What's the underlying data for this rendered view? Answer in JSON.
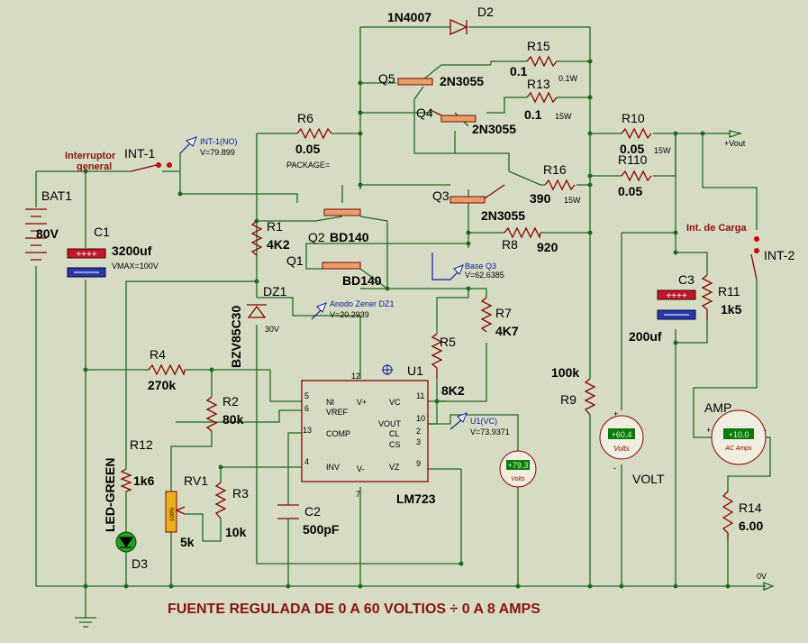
{
  "title": "FUENTE REGULADA DE 0 A 60 VOLTIOS ÷ 0 A 8 AMPS",
  "components": {
    "d2": {
      "type": "1N4007",
      "ref": "D2"
    },
    "r15": {
      "ref": "R15",
      "value": "0.1",
      "power": "0.1W"
    },
    "r13": {
      "ref": "R13",
      "value": "0.1",
      "power": "15W"
    },
    "q5": {
      "ref": "Q5",
      "type": "2N3055"
    },
    "q4": {
      "ref": "Q4",
      "type": "2N3055"
    },
    "q3": {
      "ref": "Q3",
      "type": "2N3055"
    },
    "r6": {
      "ref": "R6",
      "value": "0.05",
      "package": "PACKAGE="
    },
    "r10": {
      "ref": "R10",
      "value": "0.05",
      "power": "15W"
    },
    "r110": {
      "ref": "R110",
      "value": "0.05"
    },
    "r16": {
      "ref": "R16",
      "value": "390",
      "power": "15W"
    },
    "r8": {
      "ref": "R8",
      "value": "920"
    },
    "int1": {
      "ref": "INT-1",
      "label": "Interruptor general",
      "line1": "Interruptor",
      "line2": "general"
    },
    "bat1": {
      "ref": "BAT1",
      "value": "80V"
    },
    "c1": {
      "ref": "C1",
      "value": "3200uf",
      "vmax": "VMAX=100V"
    },
    "r1": {
      "ref": "R1",
      "value": "4K2"
    },
    "q2": {
      "ref": "Q2",
      "type": "BD140"
    },
    "q1": {
      "ref": "Q1",
      "type": "BD140"
    },
    "dz1": {
      "ref": "DZ1",
      "type": "BZV85C30",
      "voltage": "30V"
    },
    "r7": {
      "ref": "R7",
      "value": "4K7"
    },
    "r5": {
      "ref": "R5",
      "value": "8K2"
    },
    "r4": {
      "ref": "R4",
      "value": "270k"
    },
    "r2": {
      "ref": "R2",
      "value": "80k"
    },
    "u1": {
      "ref": "U1",
      "type": "LM723",
      "pins": {
        "ni": "NI",
        "vref": "VREF",
        "comp": "COMP",
        "inv": "INV",
        "vplus": "V+",
        "vminus": "V-",
        "vc": "VC",
        "vout": "VOUT",
        "cl": "CL",
        "cs": "CS",
        "vz": "VZ"
      },
      "pin_numbers": {
        "p12": "12",
        "p5": "5",
        "p6": "6",
        "p13": "13",
        "p4": "4",
        "p7": "7",
        "p11": "11",
        "p10": "10",
        "p2": "2",
        "p3": "3",
        "p9": "9"
      }
    },
    "c2": {
      "ref": "C2",
      "value": "500pF"
    },
    "r12": {
      "ref": "R12",
      "value": "1k6"
    },
    "d3": {
      "ref": "D3",
      "type": "LED-GREEN"
    },
    "rv1": {
      "ref": "RV1",
      "value": "5k",
      "pct": "100%"
    },
    "r3": {
      "ref": "R3",
      "value": "10k"
    },
    "r9": {
      "ref": "R9",
      "value": "100k"
    },
    "c3": {
      "ref": "C3",
      "value": "200uf"
    },
    "r11": {
      "ref": "R11",
      "value": "1k5"
    },
    "int2": {
      "ref": "INT-2",
      "label": "Int. de Carga"
    },
    "r14": {
      "ref": "R14",
      "value": "6.00"
    }
  },
  "probes": {
    "int1_no": {
      "name": "INT-1(NO)",
      "value": "V=79.899"
    },
    "base_q3": {
      "name": "Base Q3",
      "value": "V=62.6385"
    },
    "anodo_dz1": {
      "name": "Anodo Zener DZ1",
      "value": "V=20.2939"
    },
    "u1_vc": {
      "name": "U1(VC)",
      "value": "V=73.9371"
    }
  },
  "meters": {
    "volt": {
      "name": "VOLT",
      "reading": "+60.4",
      "unit": "Volts"
    },
    "u1_meter": {
      "reading": "+79.3",
      "unit": "Volts"
    },
    "amp": {
      "name": "AMP",
      "reading": "+10.0",
      "unit": "AC Amps"
    }
  },
  "terminals": {
    "vout": "+Vout",
    "zero": "0V"
  },
  "colors": {
    "background": "#d6dcc3",
    "wire": "#1f6a1f",
    "component": "#8b0000",
    "probe": "#0a1aa8",
    "title": "#8b1010",
    "meter_display": "#0b7a0b"
  }
}
